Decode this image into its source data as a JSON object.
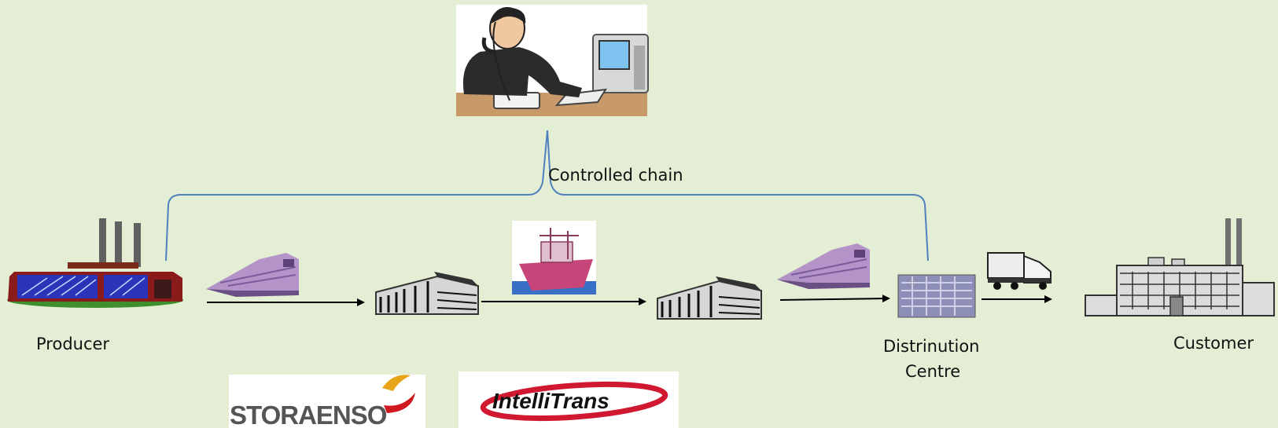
{
  "diagram": {
    "labels": {
      "controlled_chain": "Controlled chain",
      "producer": "Producer",
      "distribution_centre_line1": "Distrinution",
      "distribution_centre_line2": "Centre",
      "customer": "Customer"
    },
    "logos": {
      "storaenso": "STORAENSO",
      "intelltrans": "IntelliTrans"
    },
    "icons": [
      "operator-at-computer-icon",
      "factory-icon",
      "train-icon",
      "warehouse-icon",
      "ship-icon",
      "distribution-centre-icon",
      "truck-icon",
      "customer-building-icon"
    ],
    "colors": {
      "background": "#e3eed4",
      "bracket": "#4f81bd",
      "arrow": "#000000"
    }
  }
}
